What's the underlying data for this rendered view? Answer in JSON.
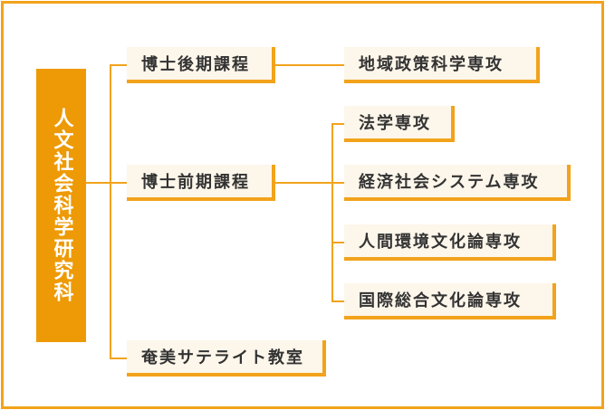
{
  "colors": {
    "accent": "#f2a31b",
    "root_fill": "#ee9a06",
    "box_fill": "#fdf6ea",
    "text": "#333333"
  },
  "graduate_school": "人文社会科学研究科",
  "programs": {
    "doctoral": {
      "label": "博士後期課程",
      "majors": [
        "地域政策科学専攻"
      ]
    },
    "masters": {
      "label": "博士前期課程",
      "majors": [
        "法学専攻",
        "経済社会システム専攻",
        "人間環境文化論専攻",
        "国際総合文化論専攻"
      ]
    },
    "satellite": {
      "label": "奄美サテライト教室"
    }
  }
}
